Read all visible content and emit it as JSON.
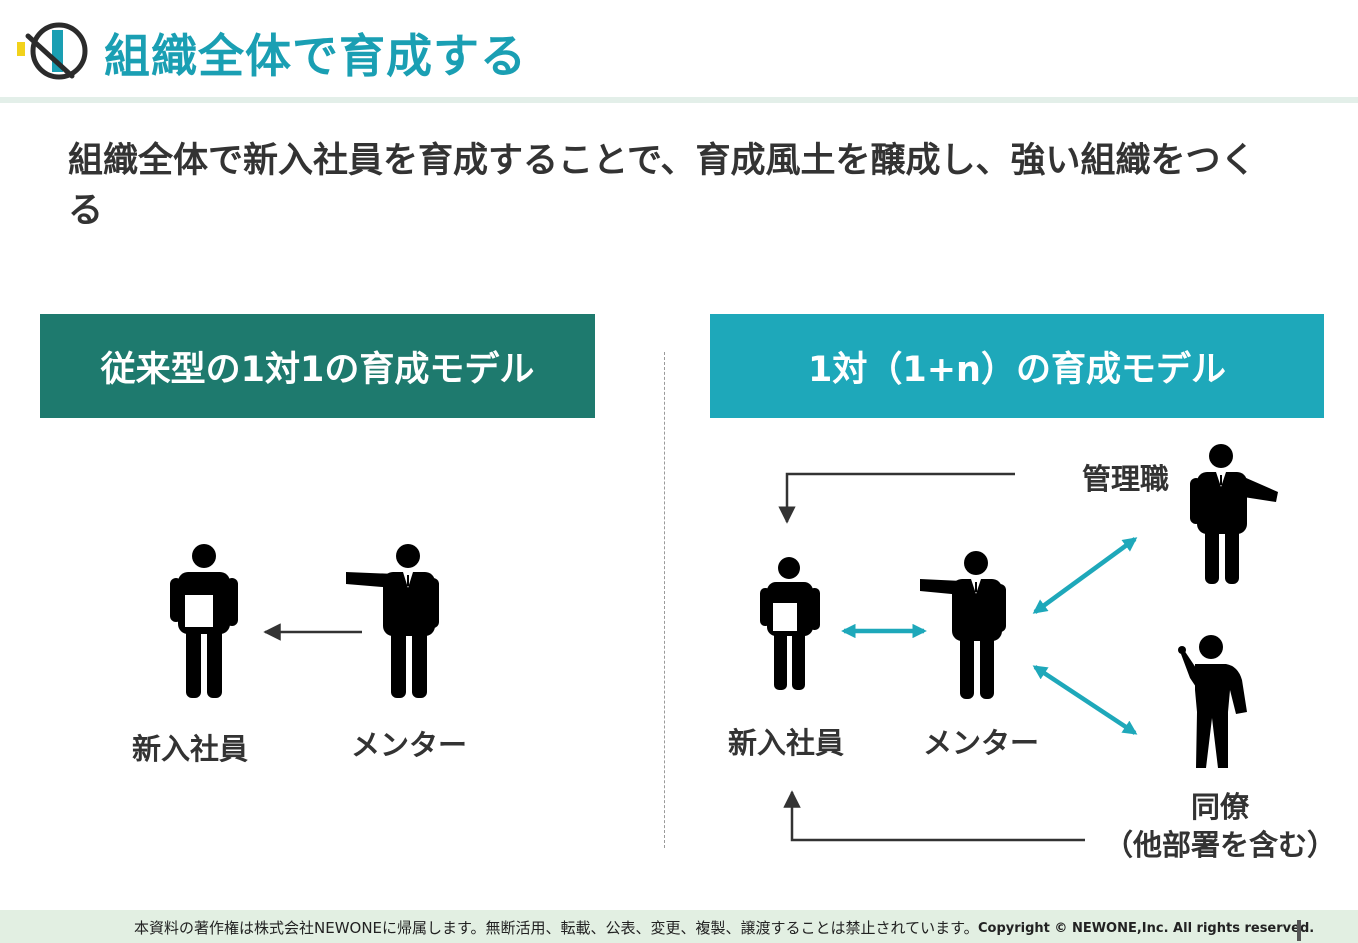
{
  "header": {
    "title": "組織全体で育成する"
  },
  "headline": "組織全体で新入社員を育成することで、育成風土を醸成し、強い組織をつくる",
  "left_panel": {
    "heading": "従来型の1対1の育成モデル",
    "newcomer_label": "新入社員",
    "mentor_label": "メンター"
  },
  "right_panel": {
    "heading": "1対（1+n）の育成モデル",
    "newcomer_label": "新入社員",
    "mentor_label": "メンター",
    "manager_label": "管理職",
    "colleague_label": "同僚",
    "colleague_sub_label": "（他部署を含む）"
  },
  "footer": {
    "notice": "本資料の著作権は株式会社NEWONEに帰属します。無断活用、転載、公表、変更、複製、譲渡することは禁止されています。",
    "copyright": "Copyright © NEWONE,Inc.  All rights reserved."
  },
  "colors": {
    "title": "#1a9fb3",
    "left_heading_bg": "#1e7a6e",
    "right_heading_bg": "#1ea8ba",
    "arrow_teal": "#1ea8ba",
    "footer_bg": "#e2efe2"
  }
}
